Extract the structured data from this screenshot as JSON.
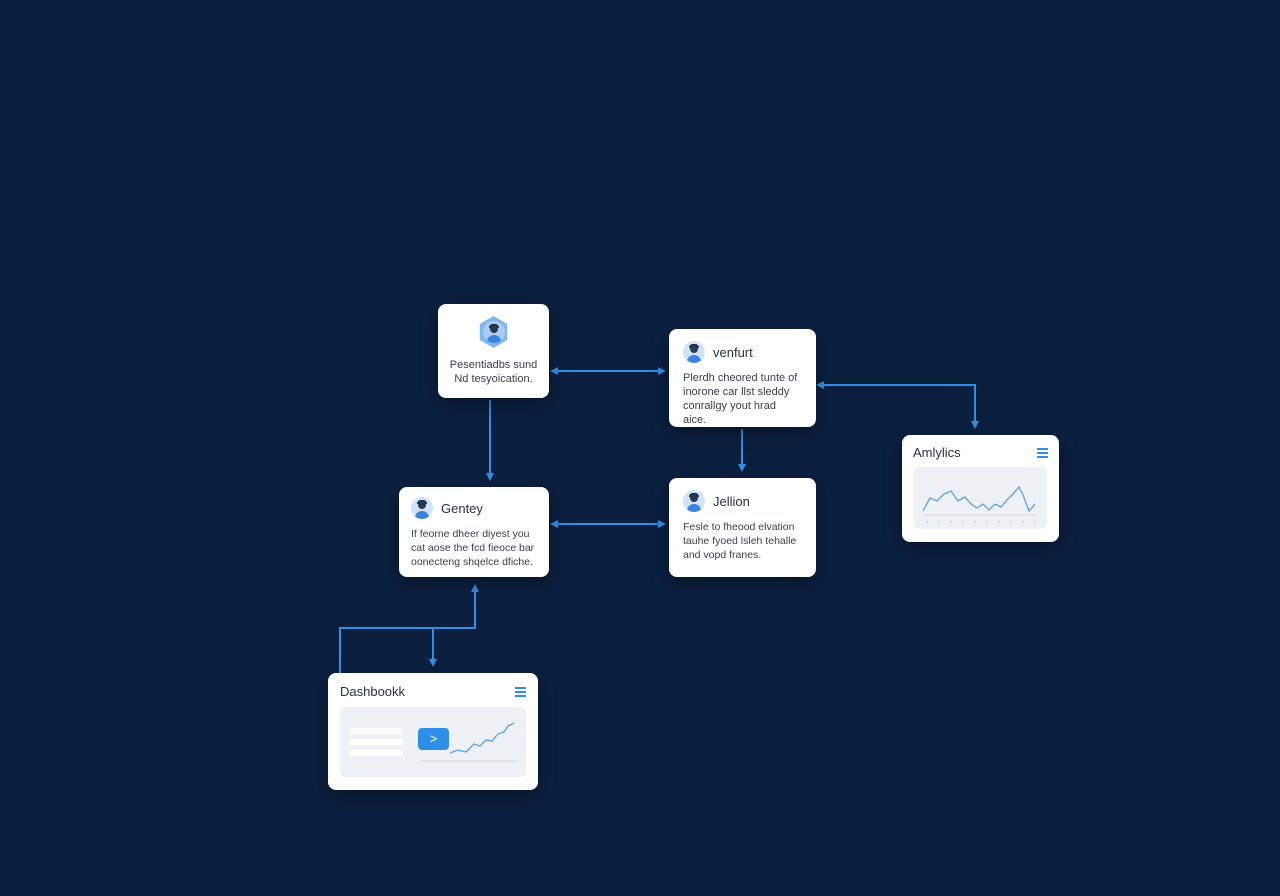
{
  "colors": {
    "background": "#0b1f3f",
    "card": "#ffffff",
    "connector": "#2f8fe8",
    "accent": "#2f8fe8"
  },
  "nodes": {
    "node_1": {
      "icon": "user-avatar-icon",
      "text_lines": [
        "Pesentiadbs sund",
        "Nd tesyoication."
      ]
    },
    "node_2": {
      "icon": "user-avatar-icon",
      "title": "venfurt",
      "text_lines": [
        "Plerdh cheored tunte of",
        "inorone car llst sleddy",
        "conrallgy yout hrad aice."
      ]
    },
    "node_3": {
      "icon": "user-avatar-icon",
      "title": "Gentey",
      "text_lines": [
        "If feorne dheer diyest you",
        "cat aose the fcd fieoce bar",
        "oonecteng shqelce dfiche."
      ]
    },
    "node_4": {
      "icon": "user-avatar-icon",
      "title": "Jellion",
      "text_lines": [
        "Fesle to fheood elvation",
        "tauhe fyoed lsleh tehalle",
        "and vopd franes."
      ]
    },
    "analytics": {
      "title": "Amlylics",
      "icon": "menu-icon"
    },
    "dashboard": {
      "title": "Dashbookk",
      "icon": "menu-icon",
      "button_glyph": ">"
    }
  }
}
